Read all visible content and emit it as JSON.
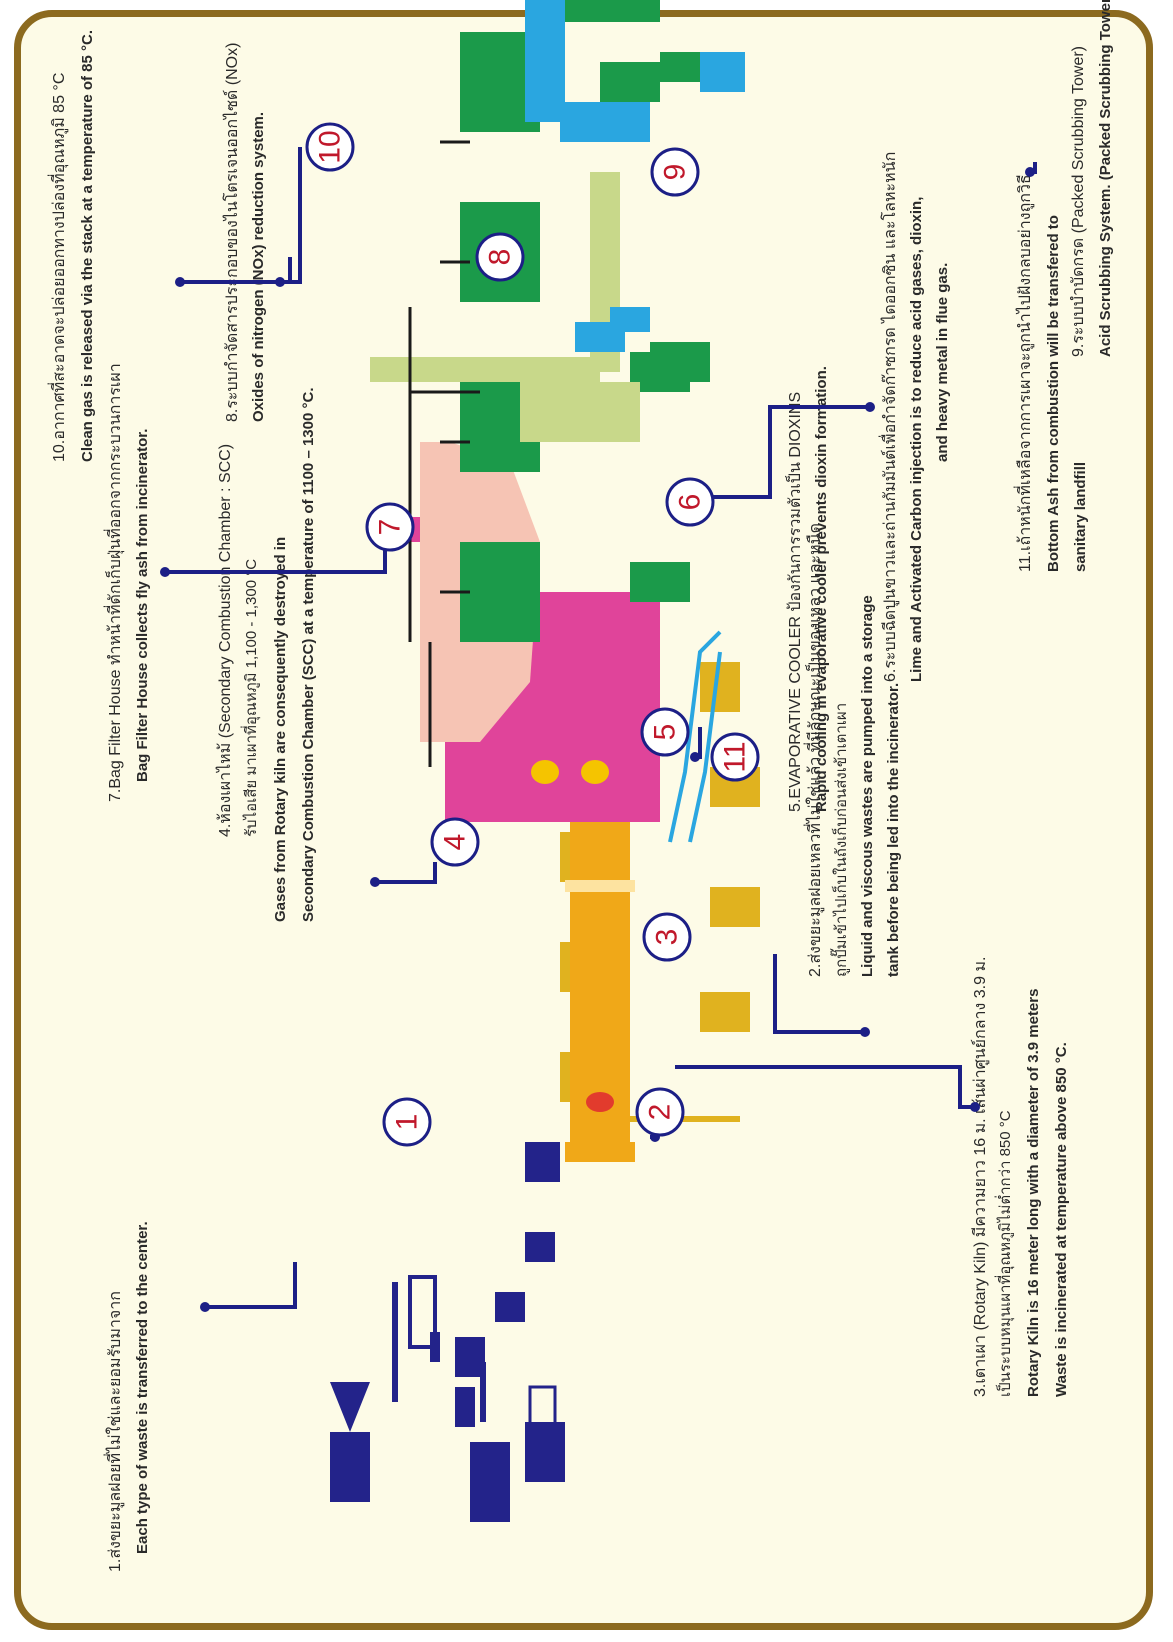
{
  "labels": {
    "l1_th": "1.ส่งขยะมูลฝอยที่ไม่ใช่และยอมรับมาจาก",
    "l1_en": "Each type of waste is transferred to the center.",
    "l2_th": "2.ส่งขยะมูลฝอยเหลวที่ไม่ใช่แล้ว ที่มีลักษณะเป็นของเหลว และหนืด",
    "l2_th2": "ถูกปั๊มเข้าไปเก็บในถังเก็บก่อนส่งเข้าเตาเผา",
    "l2_en1": "Liquid and viscous wastes are pumped into a storage",
    "l2_en2": "tank before being led into the incinerator.",
    "l3_th": "3.เตาเผา (Rotary Kiln) มีความยาว 16 ม. เส้นผ่าศูนย์กลาง 3.9 ม.",
    "l3_th2": "เป็นระบบหมุนเผาที่อุณหภูมิไม่ต่ำกว่า 850 °C",
    "l3_en1": "Rotary Kiln is 16 meter long with a diameter of 3.9 meters",
    "l3_en2": "Waste is incinerated at temperature above 850 °C.",
    "l4_th": "4.ห้องเผาไหม้ (Secondary Combustion Chamber : SCC)",
    "l4_th2": "รับไอเสีย มาเผาที่อุณหภูมิ 1,100 - 1,300 °C",
    "l4_en1": "Gases from Rotary kiln are consequently destroyed in",
    "l4_en2": "Secondary Combustion Chamber (SCC) at a temperature of 1100 – 1300 °C.",
    "l5_th": "5.EVAPORATIVE COOLER ป้องกันการรวมตัวเป็น DIOXINS",
    "l5_en": "Rapid cooling in evaporative cooler prevents dioxin formation.",
    "l6_th": "6.ระบบฉีดปูนขาวและถ่านกัมมันต์เพื่อกำจัดก๊าซกรด ไดออกซิน และโลหะหนัก",
    "l6_en1": "Lime and Activated Carbon injection is to reduce acid gases, dioxin,",
    "l6_en2": "and heavy metal in flue gas.",
    "l7_th": "7.Bag Filter House ทำหน้าที่ดักเก็บฝุ่นที่ออกจากกระบวนการเผา",
    "l7_en": "Bag Filter House collects fly ash from incinerator.",
    "l8_th": "8.ระบบกำจัดสารประกอบของไนโตรเจนออกไซด์ (NOx)",
    "l8_en": "Oxides of nitrogen (NOx) reduction system.",
    "l9_th": "9.ระบบบำบัดกรด (Packed Scrubbing Tower)",
    "l9_en": "Acid Scrubbing System. (Packed Scrubbing Tower)",
    "l10_th": "10.อากาศที่สะอาดจะปล่อยออกทางปล่องที่อุณหภูมิ 85 °C",
    "l10_en": "Clean gas is released via the stack at a temperature of 85 °C.",
    "l11_th": "11.เถ้าหนักที่เหลือจากการเผาจะถูกนำไปฝังกลบอย่างถูกวิธี",
    "l11_en1": "Bottom Ash from combustion will be transfered to",
    "l11_en2": "sanitary landfill"
  },
  "numbers": [
    "1",
    "2",
    "3",
    "4",
    "5",
    "6",
    "7",
    "8",
    "9",
    "10",
    "11"
  ],
  "colors": {
    "frame": "#8c6a1f",
    "background": "#fdfbe7",
    "leader": "#1c1f86",
    "number": "#c0182b",
    "waste_receiving": "#23238a",
    "liquid_tanks": "#e0b21f",
    "rotary_kiln": "#f0a818",
    "scc": "#e0449a",
    "cooler": "#f6c4b4",
    "bag_filter": "#1b9a4a",
    "nox": "#c8d88a",
    "scrubber": "#2aa6e0"
  }
}
